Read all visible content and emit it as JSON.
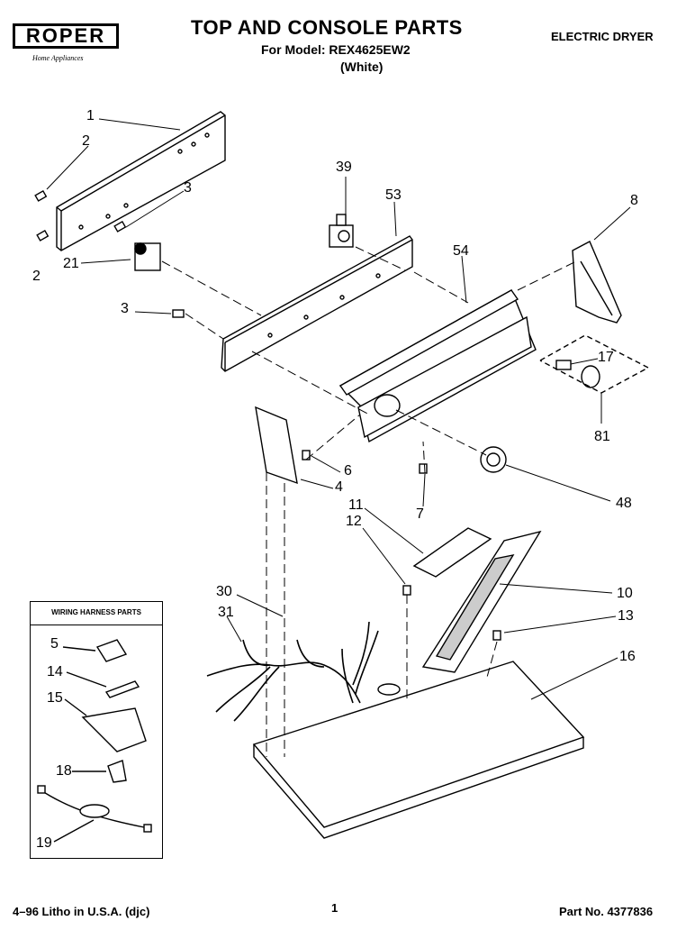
{
  "header": {
    "brand": "ROPER",
    "brand_sub": "Home Appliances",
    "title": "TOP AND CONSOLE PARTS",
    "model_line": "For Model: REX4625EW2",
    "color_line": "(White)",
    "product": "ELECTRIC DRYER"
  },
  "inset": {
    "title": "WIRING HARNESS PARTS"
  },
  "callouts": [
    "1",
    "2",
    "3",
    "2",
    "21",
    "39",
    "53",
    "8",
    "54",
    "3",
    "17",
    "81",
    "6",
    "4",
    "7",
    "48",
    "11",
    "12",
    "10",
    "13",
    "16",
    "30",
    "31",
    "5",
    "14",
    "15",
    "18",
    "19"
  ],
  "footer": {
    "litho": "4–96 Litho in U.S.A. (djc)",
    "page": "1",
    "part_no": "Part No. 4377836"
  }
}
